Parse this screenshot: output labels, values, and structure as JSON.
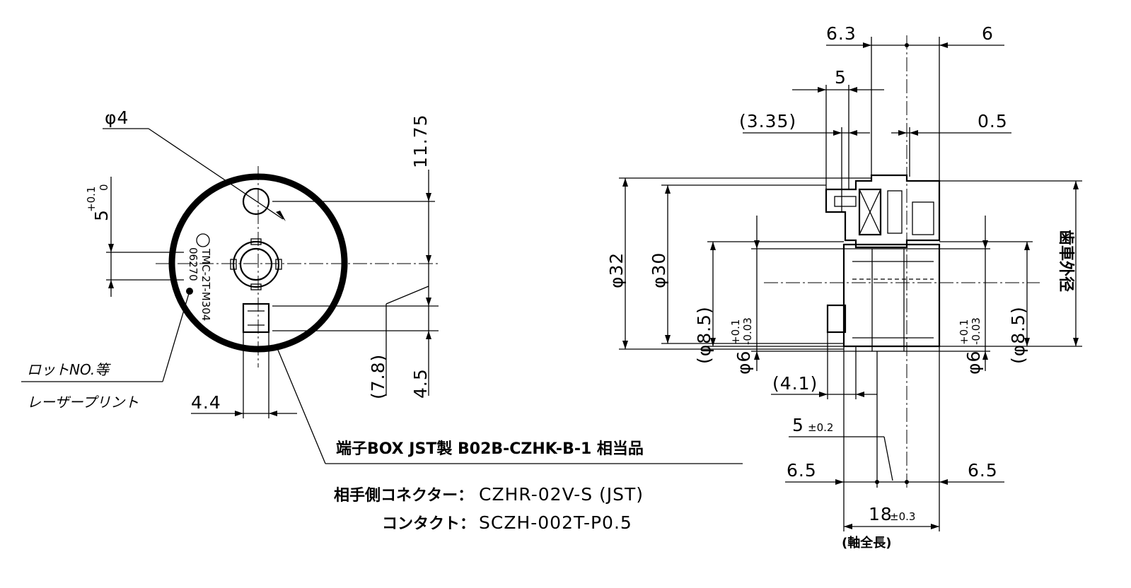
{
  "front_view": {
    "hole_dia": "φ4",
    "shaft_offset": "5",
    "shaft_offset_tol_upper": "+0.1",
    "shaft_offset_tol_lower": "0",
    "top_dim": "11.75",
    "mid_dim": "(7.8)",
    "bottom_dim": "4.5",
    "width_dim": "4.4",
    "lot_label": "ロットNO.等",
    "laser_label": "レーザープリント",
    "marking_text": "TMC-2T-M304",
    "marking_code": "06270"
  },
  "terminal_note": "端子BOX JST製 B02B-CZHK-B-1 相当品",
  "connector_note": {
    "mating_label": "相手側コネクター：",
    "mating_value": "CZHR-02V-S (JST)",
    "contact_label": "コンタクト：",
    "contact_value": "SCZH-002T-P0.5"
  },
  "side_view": {
    "top_left": "6.3",
    "top_right": "6",
    "mid_top": "5",
    "paren_335": "(3.35)",
    "gap_05": "0.5",
    "dia_32": "φ32",
    "dia_30": "φ30",
    "dia_85_left": "(φ8.5)",
    "dia_6_left": "φ6",
    "tol_upper": "+0.1",
    "tol_lower": "-0.03",
    "dia_6_right": "φ6",
    "dia_85_right": "(φ8.5)",
    "gear_od": "歯車外径",
    "dim_41": "(4.1)",
    "dim_5": "5",
    "dim_5_tol": "±0.2",
    "bottom_left": "6.5",
    "bottom_right": "6.5",
    "total_len": "18",
    "total_len_tol": "±0.3",
    "total_len_label": "(軸全長)"
  }
}
